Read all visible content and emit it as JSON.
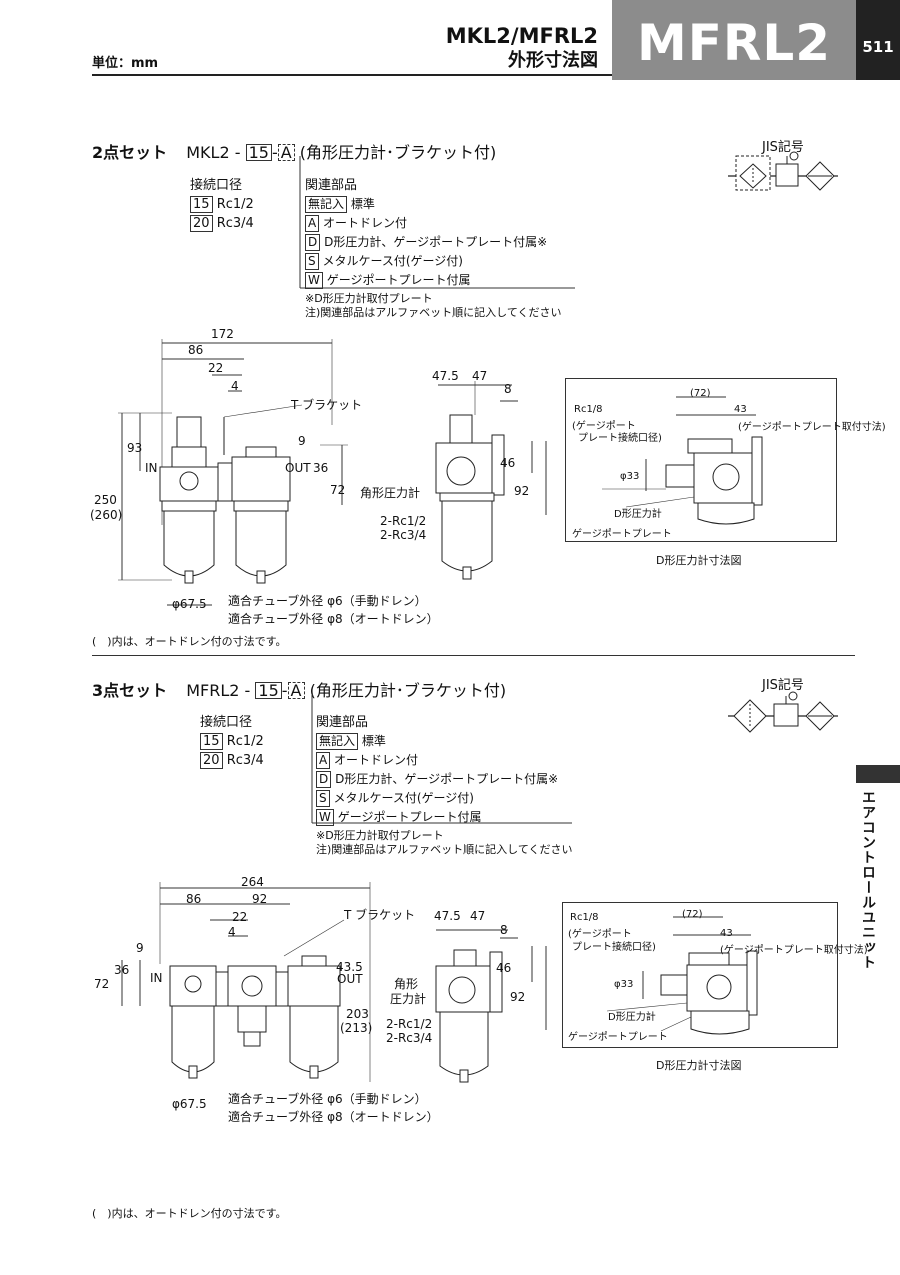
{
  "header": {
    "unit": "単位：mm",
    "title_line1": "MKL2/MFRL2",
    "title_line2": "外形寸法図",
    "big_title": "MFRL2",
    "page_number": "511",
    "side_tab": "エアコントロールユニット"
  },
  "set2": {
    "label": "2点セット",
    "model_prefix": "MKL2 -",
    "model_port": "15",
    "model_dash": "-",
    "model_option": "A",
    "model_suffix": "(角形圧力計･ブラケット付)",
    "port_heading": "接続口径",
    "ports": [
      {
        "code": "15",
        "size": "Rc1/2"
      },
      {
        "code": "20",
        "size": "Rc3/4"
      }
    ],
    "options_heading": "関連部品",
    "options": [
      {
        "code": "無記入",
        "desc": "標準"
      },
      {
        "code": "A",
        "desc": "オートドレン付"
      },
      {
        "code": "D",
        "desc": "D形圧力計、ゲージポートプレート付属※"
      },
      {
        "code": "S",
        "desc": "メタルケース付(ゲージ付)"
      },
      {
        "code": "W",
        "desc": "ゲージポートプレート付属"
      }
    ],
    "note1": "※D形圧力計取付プレート",
    "note2": "注)関連部品はアルファベット順に記入してください",
    "jis_label": "JIS記号",
    "footnote": "(　)内は、オートドレン付の寸法です。",
    "dims": {
      "d172": "172",
      "d86": "86",
      "d22": "22",
      "d4": "4",
      "d93": "93",
      "bracket": "T ブラケット",
      "d9": "9",
      "in": "IN",
      "out": "OUT",
      "d36": "36",
      "d72": "72",
      "d250": "250",
      "d260": "(260)",
      "phi675": "φ67.5",
      "tube1": "適合チューブ外径 φ6（手動ドレン）",
      "tube2": "適合チューブ外径 φ8（オートドレン）",
      "d475": "47.5",
      "d47": "47",
      "d8": "8",
      "d46": "46",
      "d92": "92",
      "gauge": "角形圧力計",
      "port1": "2-Rc1/2",
      "port2": "2-Rc3/4"
    },
    "detail": {
      "d72p": "(72)",
      "d43": "43",
      "rc18": "Rc1/8",
      "gp1": "(ゲージポート",
      "gp2": "プレート接続口径)",
      "note43": "(ゲージポートプレート取付寸法)",
      "phi33": "φ33",
      "dgauge": "D形圧力計",
      "gplate": "ゲージポートプレート",
      "caption": "D形圧力計寸法図"
    }
  },
  "set3": {
    "label": "3点セット",
    "model_prefix": "MFRL2 -",
    "model_port": "15",
    "model_dash": "-",
    "model_option": "A",
    "model_suffix": "(角形圧力計･ブラケット付)",
    "port_heading": "接続口径",
    "ports": [
      {
        "code": "15",
        "size": "Rc1/2"
      },
      {
        "code": "20",
        "size": "Rc3/4"
      }
    ],
    "options_heading": "関連部品",
    "options": [
      {
        "code": "無記入",
        "desc": "標準"
      },
      {
        "code": "A",
        "desc": "オートドレン付"
      },
      {
        "code": "D",
        "desc": "D形圧力計、ゲージポートプレート付属※"
      },
      {
        "code": "S",
        "desc": "メタルケース付(ゲージ付)"
      },
      {
        "code": "W",
        "desc": "ゲージポートプレート付属"
      }
    ],
    "note1": "※D形圧力計取付プレート",
    "note2": "注)関連部品はアルファベット順に記入してください",
    "jis_label": "JIS記号",
    "footnote": "(　)内は、オートドレン付の寸法です。",
    "dims": {
      "d264": "264",
      "d86": "86",
      "d92": "92",
      "d22": "22",
      "d4": "4",
      "bracket": "T ブラケット",
      "d9": "9",
      "d36": "36",
      "d72": "72",
      "in": "IN",
      "d435": "43.5",
      "out": "OUT",
      "d203": "203",
      "d213": "(213)",
      "phi675": "φ67.5",
      "tube1": "適合チューブ外径 φ6（手動ドレン）",
      "tube2": "適合チューブ外径 φ8（オートドレン）",
      "d475": "47.5",
      "d47": "47",
      "d8": "8",
      "d46": "46",
      "d92b": "92",
      "gauge1": "角形",
      "gauge2": "圧力計",
      "port1": "2-Rc1/2",
      "port2": "2-Rc3/4"
    },
    "detail": {
      "d72p": "(72)",
      "d43": "43",
      "rc18": "Rc1/8",
      "gp1": "(ゲージポート",
      "gp2": "プレート接続口径)",
      "note43": "(ゲージポートプレート取付寸法)",
      "phi33": "φ33",
      "dgauge": "D形圧力計",
      "gplate": "ゲージポートプレート",
      "caption": "D形圧力計寸法図"
    }
  }
}
